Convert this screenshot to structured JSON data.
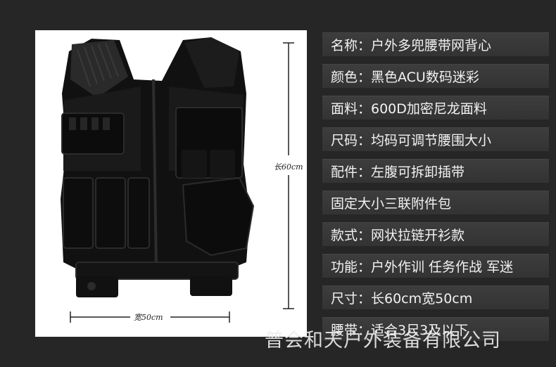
{
  "product_image": {
    "height_label": "长60cm",
    "width_label": "宽50cm"
  },
  "specs": [
    "名称：户外多兜腰带网背心",
    "颜色：黑色ACU数码迷彩",
    "面料：600D加密尼龙面料",
    "尺码：均码可调节腰围大小",
    "配件：左腹可拆卸插带",
    "固定大小三联附件包",
    "款式：网状拉链开衫款",
    "功能：户外作训 任务作战 军迷",
    "尺寸：长60cm宽50cm",
    "腰带：适合3尺3及以下"
  ],
  "watermark": "普会和天户外装备有限公司",
  "colors": {
    "background": "#262626",
    "row": "#383838",
    "text": "#f2f2f2"
  }
}
